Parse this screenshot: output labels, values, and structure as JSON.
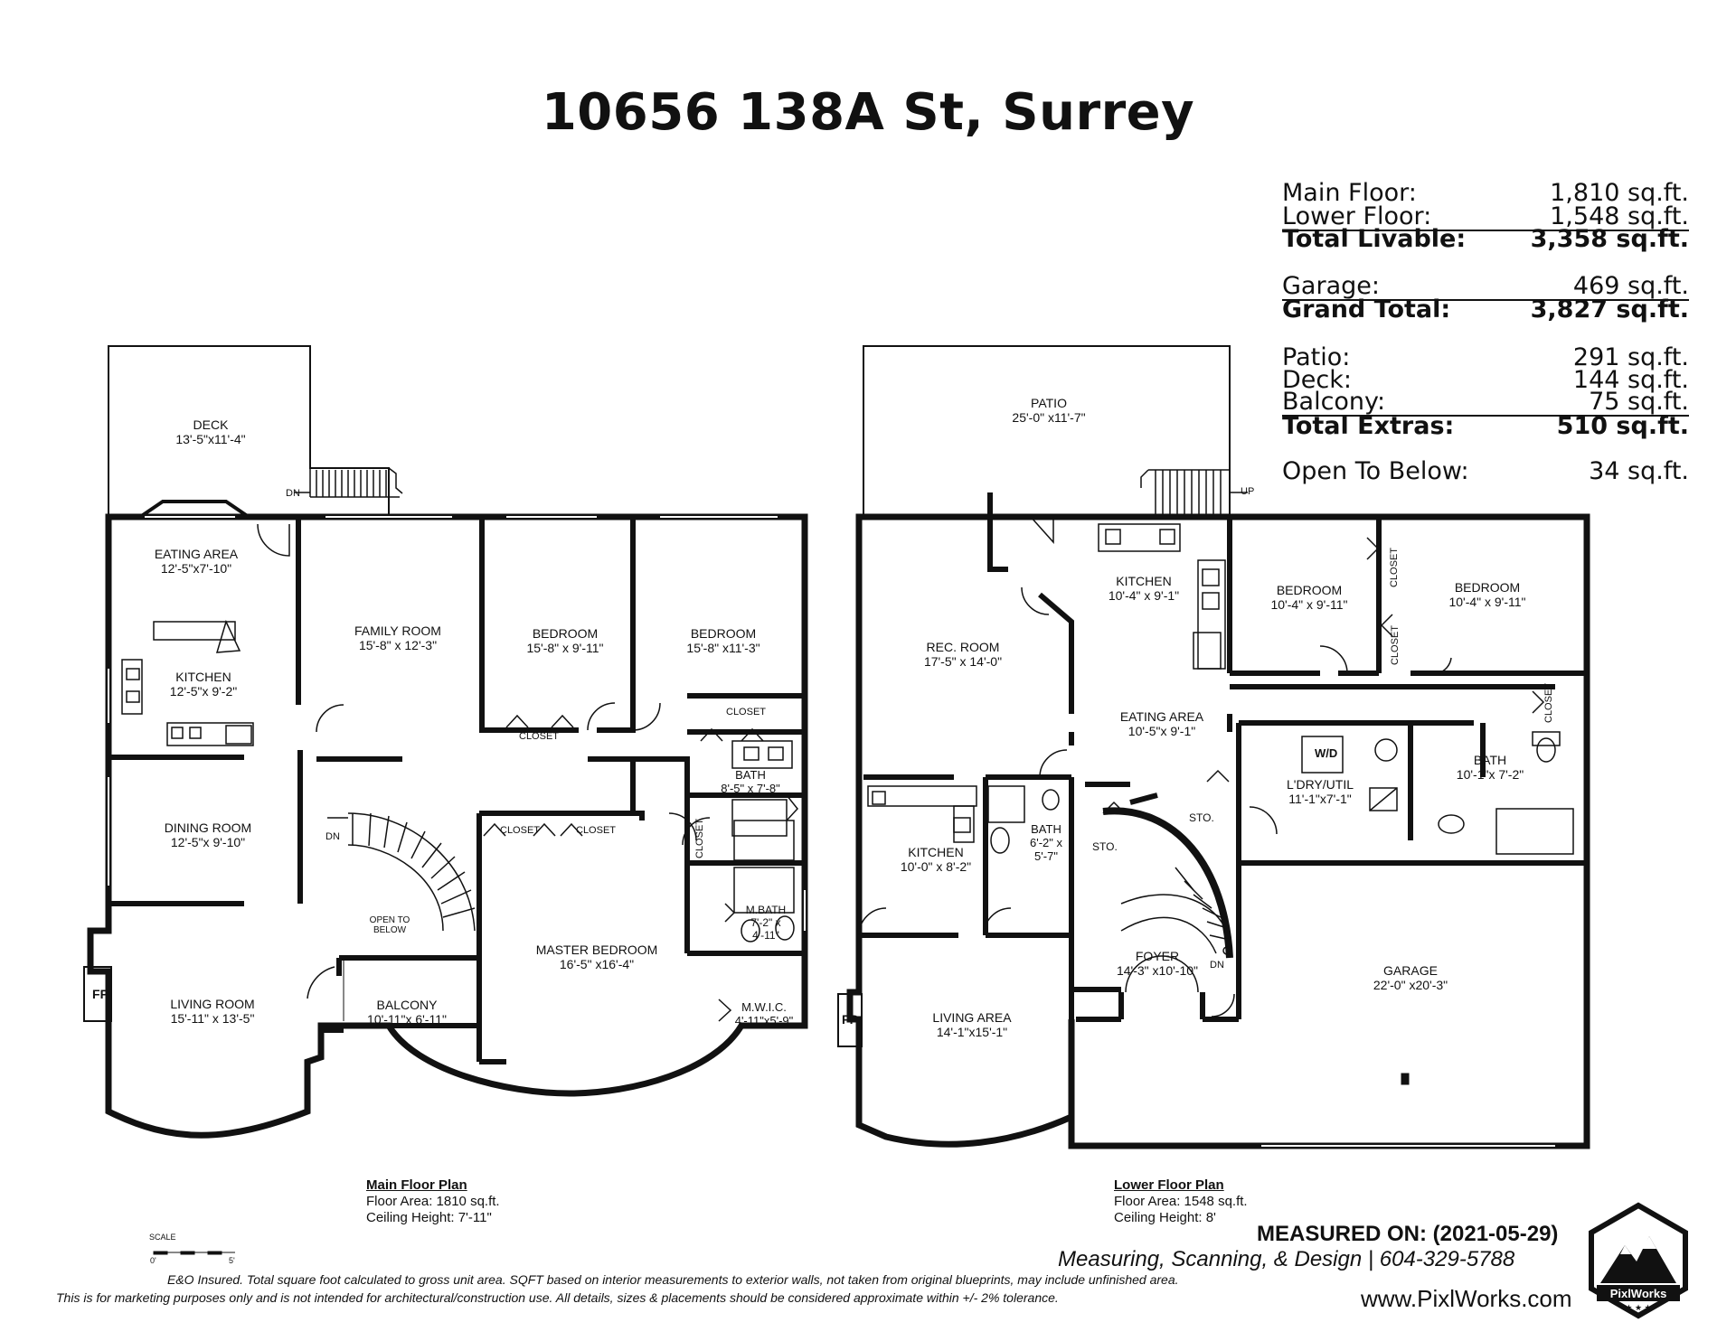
{
  "title": "10656 138A St, Surrey",
  "summary": {
    "main_floor": {
      "label": "Main Floor:",
      "value": "1,810 sq.ft."
    },
    "lower_floor": {
      "label": "Lower Floor:",
      "value": "1,548 sq.ft."
    },
    "total_livable": {
      "label": "Total Livable:",
      "value": "3,358 sq.ft."
    },
    "garage": {
      "label": "Garage:",
      "value": "469 sq.ft."
    },
    "grand_total": {
      "label": "Grand Total:",
      "value": "3,827 sq.ft."
    },
    "patio": {
      "label": "Patio:",
      "value": "291 sq.ft."
    },
    "deck": {
      "label": "Deck:",
      "value": "144 sq.ft."
    },
    "balcony": {
      "label": "Balcony:",
      "value": "75 sq.ft."
    },
    "total_extras": {
      "label": "Total Extras:",
      "value": "510 sq.ft."
    },
    "open_to_below": {
      "label": "Open To Below:",
      "value": "34 sq.ft."
    }
  },
  "main_floor": {
    "rooms": [
      {
        "name": "DECK",
        "dims": "13'-5\"x11'-4\""
      },
      {
        "name": "EATING AREA",
        "dims": "12'-5\"x7'-10\""
      },
      {
        "name": "KITCHEN",
        "dims": "12'-5\"x 9'-2\""
      },
      {
        "name": "FAMILY ROOM",
        "dims": "15'-8\" x 12'-3\""
      },
      {
        "name": "BEDROOM",
        "dims": "15'-8\" x 9'-11\""
      },
      {
        "name": "BEDROOM",
        "dims": "15'-8\" x11'-3\""
      },
      {
        "name": "DINING ROOM",
        "dims": "12'-5\"x 9'-10\""
      },
      {
        "name": "LIVING ROOM",
        "dims": "15'-11\" x 13'-5\""
      },
      {
        "name": "BALCONY",
        "dims": "10'-11\"x 6'-11\""
      },
      {
        "name": "MASTER BEDROOM",
        "dims": "16'-5\" x16'-4\""
      },
      {
        "name": "BATH",
        "dims": "8'-5\" x 7'-8\""
      },
      {
        "name": "M.BATH",
        "dims": "7'-2\" x 4'-11\""
      },
      {
        "name": "M.W.I.C.",
        "dims": "4'-11\"x5'-9\""
      }
    ],
    "labels": {
      "closet": "CLOSET",
      "dn": "DN",
      "fp": "FP",
      "open_to_below": "OPEN TO BELOW"
    },
    "caption": {
      "heading": "Main Floor Plan",
      "area": "Floor Area: 1810 sq.ft.",
      "ceiling": "Ceiling Height: 7'-11\""
    },
    "scale": {
      "label": "SCALE",
      "start": "0'",
      "end": "5'"
    }
  },
  "lower_floor": {
    "rooms": [
      {
        "name": "PATIO",
        "dims": "25'-0\" x11'-7\""
      },
      {
        "name": "REC. ROOM",
        "dims": "17'-5\" x 14'-0\""
      },
      {
        "name": "KITCHEN",
        "dims": "10'-4\" x 9'-1\""
      },
      {
        "name": "BEDROOM",
        "dims": "10'-4\" x 9'-11\""
      },
      {
        "name": "BEDROOM",
        "dims": "10'-4\" x 9'-11\""
      },
      {
        "name": "EATING AREA",
        "dims": "10'-5\"x 9'-1\""
      },
      {
        "name": "KITCHEN",
        "dims": "10'-0\" x 8'-2\""
      },
      {
        "name": "BATH",
        "dims": "6'-2\" x 5'-7\""
      },
      {
        "name": "L'DRY/UTIL",
        "dims": "11'-1\"x7'-1\""
      },
      {
        "name": "BATH",
        "dims": "10'-1\"x 7'-2\""
      },
      {
        "name": "FOYER",
        "dims": "14'-3\" x10'-10\""
      },
      {
        "name": "GARAGE",
        "dims": "22'-0\" x20'-3\""
      },
      {
        "name": "LIVING AREA",
        "dims": "14'-1\"x15'-1\""
      }
    ],
    "labels": {
      "closet": "CLOSET",
      "sto": "STO.",
      "up": "UP",
      "dn": "DN",
      "fp": "FP",
      "wd": "W/D"
    },
    "caption": {
      "heading": "Lower Floor Plan",
      "area": "Floor Area: 1548 sq.ft.",
      "ceiling": "Ceiling Height: 8'"
    }
  },
  "footer": {
    "measured": "MEASURED ON: (2021-05-29)",
    "company_line": "Measuring, Scanning, & Design | 604-329-5788",
    "website": "www.PixlWorks.com",
    "logo_text": "PixlWorks",
    "disclaimer1": "E&O Insured.  Total square foot calculated to gross unit area. SQFT based on interior measurements to exterior walls, not taken from original blueprints, may include unfinished area.",
    "disclaimer2": "This is for marketing purposes only and is not intended for architectural/construction use.  All details, sizes & placements should be considered approximate within +/- 2%  tolerance."
  }
}
